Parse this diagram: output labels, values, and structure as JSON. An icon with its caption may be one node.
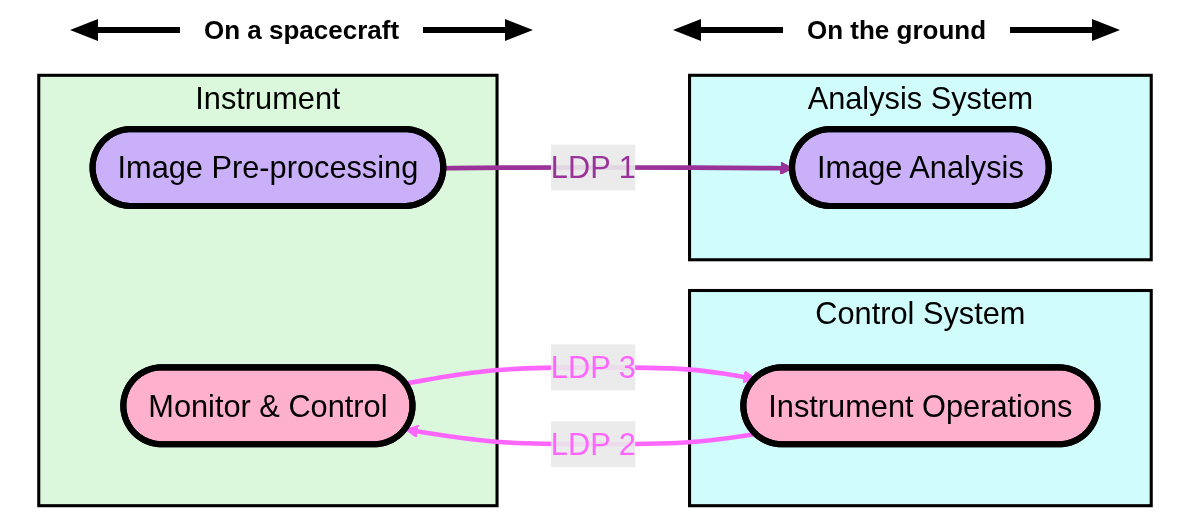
{
  "diagram": {
    "nodes": [
      {
        "text": [
          "Instrument"
        ]
      },
      {
        "text": [
          "Image Pre-processing"
        ],
        "in": 0
      },
      {
        "text": [
          "Monitor & Control"
        ],
        "in": 0
      },
      {
        "text": [
          "Control System"
        ]
      },
      {
        "text": [
          "Instrument Operations"
        ],
        "in": 3
      },
      {
        "text": [
          "Analysis System"
        ]
      },
      {
        "text": [
          "Image Analysis"
        ],
        "in": 5
      }
    ],
    "edges": [
      {
        "from": 2,
        "to": 4,
        "arrow": "to",
        "label": "LDP 3"
      },
      {
        "from": 4,
        "to": 2,
        "arrow": "to",
        "label": "LDP 2"
      },
      {
        "from": 1,
        "to": 6,
        "arrow": "to",
        "label": "LDP 1",
        "color": "#993399"
      }
    ],
    "labels": [
      "On a spacecraft",
      "On the ground"
    ]
  }
}
